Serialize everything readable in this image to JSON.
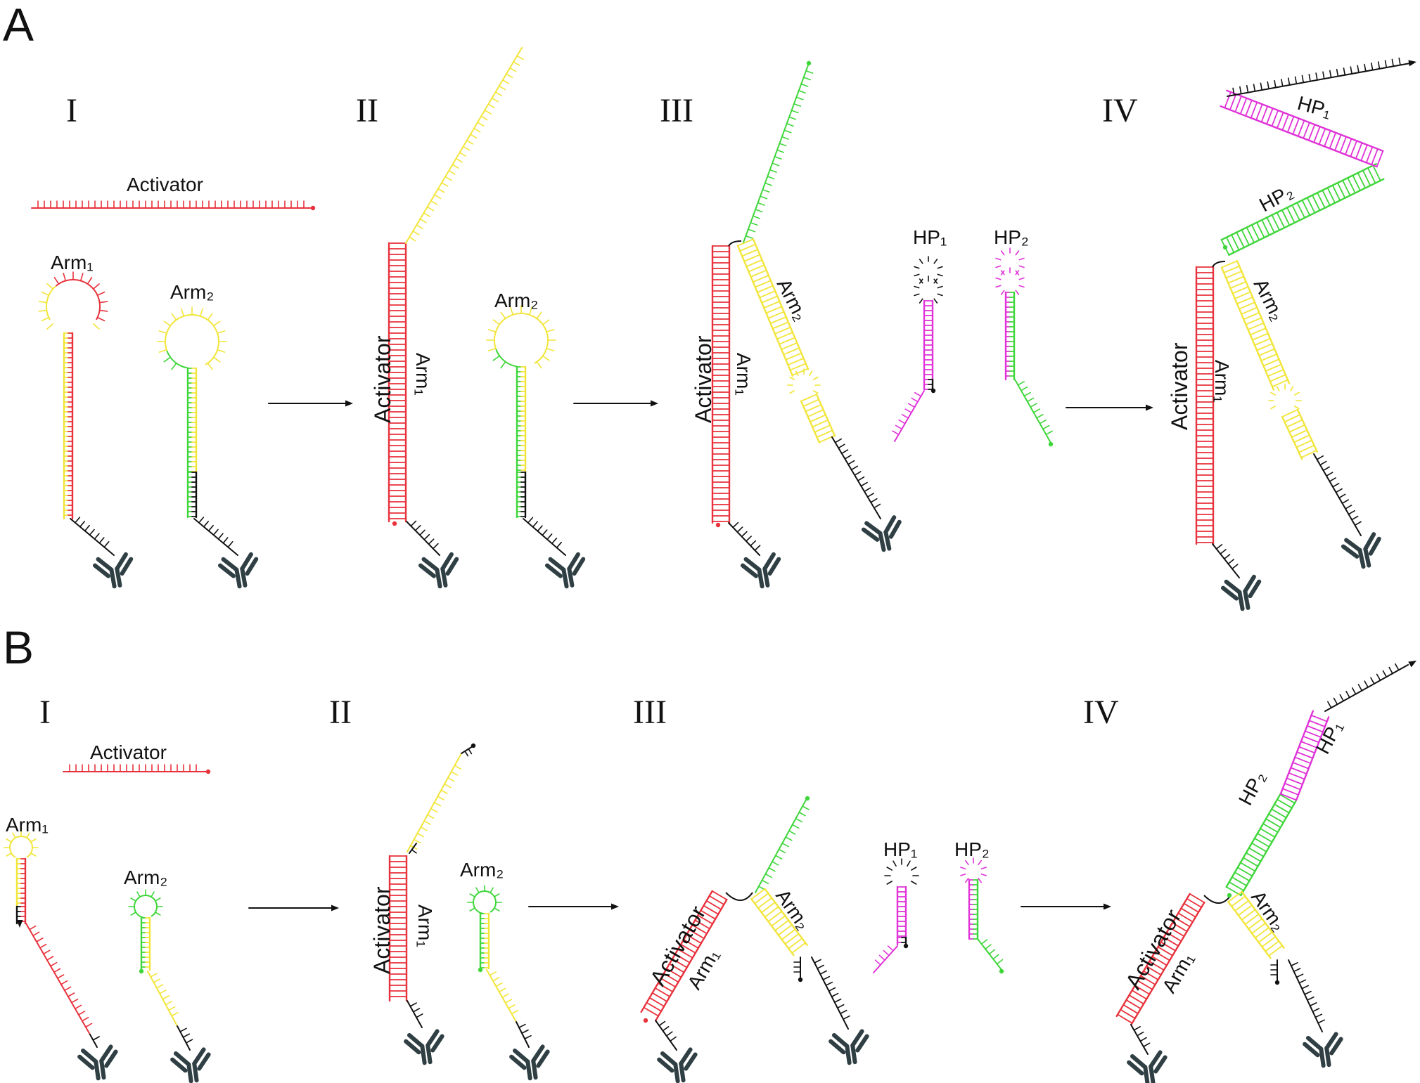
{
  "panels": {
    "a": {
      "letter": "A",
      "stages": [
        "I",
        "II",
        "III",
        "IV"
      ],
      "labels": {
        "activator": "Activator",
        "arm1": "Arm₁",
        "arm2": "Arm₂",
        "hp1": "HP₁",
        "hp2": "HP₂"
      }
    },
    "b": {
      "letter": "B",
      "stages": [
        "I",
        "II",
        "III",
        "IV"
      ],
      "labels": {
        "activator": "Activator",
        "arm1": "Arm₁",
        "arm2": "Arm₂",
        "hp1": "HP₁",
        "hp2": "HP₂"
      }
    }
  },
  "colors": {
    "red": "#e8323c",
    "yellow": "#f2e53a",
    "green": "#3fd63a",
    "magenta": "#e033d8",
    "black": "#111111",
    "antibody": "#2f3f44"
  },
  "icons": [
    "antibody-icon",
    "arrow-icon"
  ]
}
